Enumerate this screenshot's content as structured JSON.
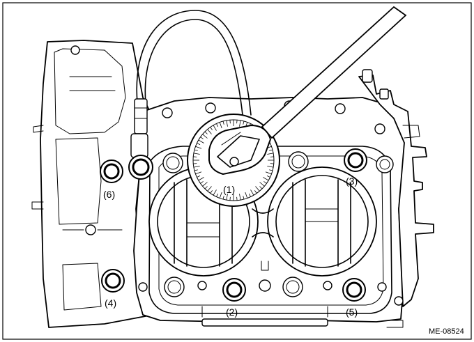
{
  "figure_code": "ME-08524",
  "callouts": {
    "c1": "(1)",
    "c2": "(2)",
    "c3": "(3)",
    "c4": "(4)",
    "c5": "(5)",
    "c6": "(6)"
  }
}
